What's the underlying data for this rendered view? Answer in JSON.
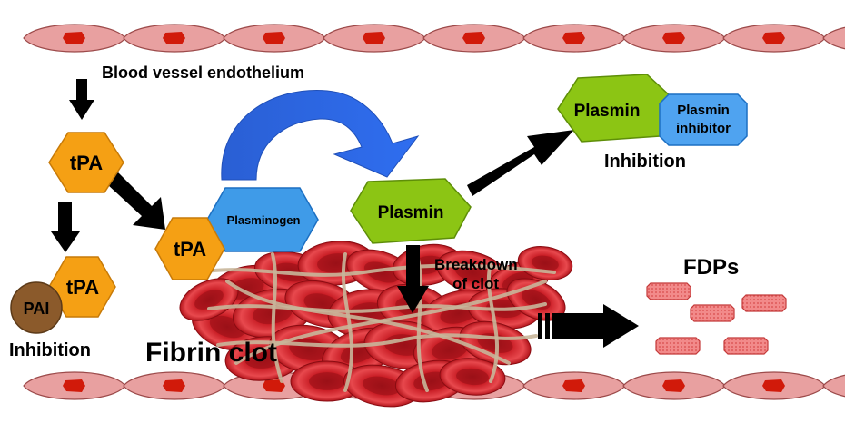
{
  "labels": {
    "endothelium": "Blood vessel endothelium",
    "tpa_top": "tPA",
    "tpa_left": "tPA",
    "tpa_mid": "tPA",
    "pai": "PAI",
    "inhibition_left": "Inhibition",
    "plasminogen": "Plasminogen",
    "plasmin_center": "Plasmin",
    "plasmin_top": "Plasmin",
    "plasmin_inhibitor_line1": "Plasmin",
    "plasmin_inhibitor_line2": "inhibitor",
    "inhibition_right": "Inhibition",
    "breakdown_line1": "Breakdown",
    "breakdown_line2": "of clot",
    "fdps": "FDPs",
    "fibrin_clot": "Fibrin clot"
  },
  "colors": {
    "endothelial_cell": "#e8a0a0",
    "endothelial_nucleus": "#d11a0a",
    "tpa": "#f5a014",
    "pai": "#8b5a2b",
    "plasminogen": "#3f9be8",
    "plasmin": "#8cc514",
    "arrow_curved": "#2a63d8",
    "fdp_fragment": "#f28a8a",
    "red_blood_cell": "#d8252a",
    "fibrin_strand": "#c8b69a"
  }
}
